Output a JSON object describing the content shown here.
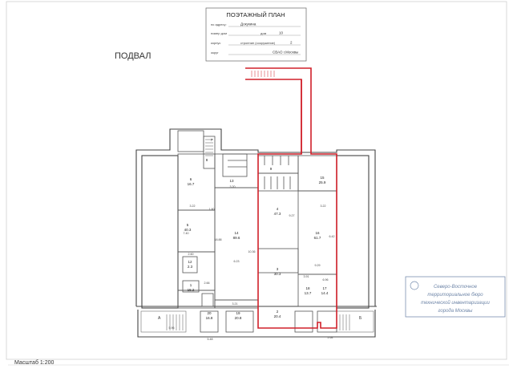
{
  "title_block": {
    "title": "ПОЭТАЖНЫЙ ПЛАН",
    "line1_label": "по адресу:",
    "line1_value": "Докукина",
    "line2_label": "номер дом",
    "line2_mid": "дом",
    "line2_value": "10",
    "line3_label": "корпус",
    "line3_mid": "строение (сооружение)",
    "line3_value": "2",
    "line4_label": "округ  ",
    "line4_value": "СВАО г.Москвы"
  },
  "floor_label": "ПОДВАЛ",
  "scale_label": "Масштаб 1:200",
  "stamp": {
    "line1": "Северо-Восточное",
    "line2": "территориальное бюро",
    "line3": "технической инвентаризации",
    "line4": "города Москвы"
  },
  "rooms": [
    {
      "no": "14",
      "area": "89.6"
    },
    {
      "no": "4",
      "area": "47.3"
    },
    {
      "no": "16",
      "area": "61.7"
    },
    {
      "no": "3",
      "area": "30.3"
    },
    {
      "no": "2",
      "area": "20.4"
    },
    {
      "no": "15",
      "area": "25.9"
    },
    {
      "no": "5",
      "area": "40.3"
    },
    {
      "no": "6",
      "area": "16.7"
    },
    {
      "no": "17",
      "area": "14.4"
    },
    {
      "no": "18",
      "area": "13.7"
    },
    {
      "no": "19",
      "area": "20.8"
    },
    {
      "no": "20",
      "area": "16.8"
    },
    {
      "no": "13",
      "area": ""
    },
    {
      "no": "12",
      "area": "2.3"
    },
    {
      "no": "1",
      "area": "15.2"
    },
    {
      "no": "9",
      "area": ""
    },
    {
      "no": "8",
      "area": ""
    },
    {
      "no": "7",
      "area": ""
    }
  ],
  "stairs": [
    {
      "label": "А"
    },
    {
      "label": "Б"
    }
  ],
  "dimensions": [
    "3.22",
    "3.22",
    "6.96",
    "6.23",
    "9.29",
    "3.91",
    "2.60",
    "2.66",
    "3.21",
    "5.48",
    "5.96",
    "3.20",
    "7.40",
    "6.42",
    "9.27",
    "18.88",
    "10.36",
    "1.80",
    "2.64"
  ],
  "colors": {
    "highlight": "#d0202a",
    "line": "#444444"
  }
}
